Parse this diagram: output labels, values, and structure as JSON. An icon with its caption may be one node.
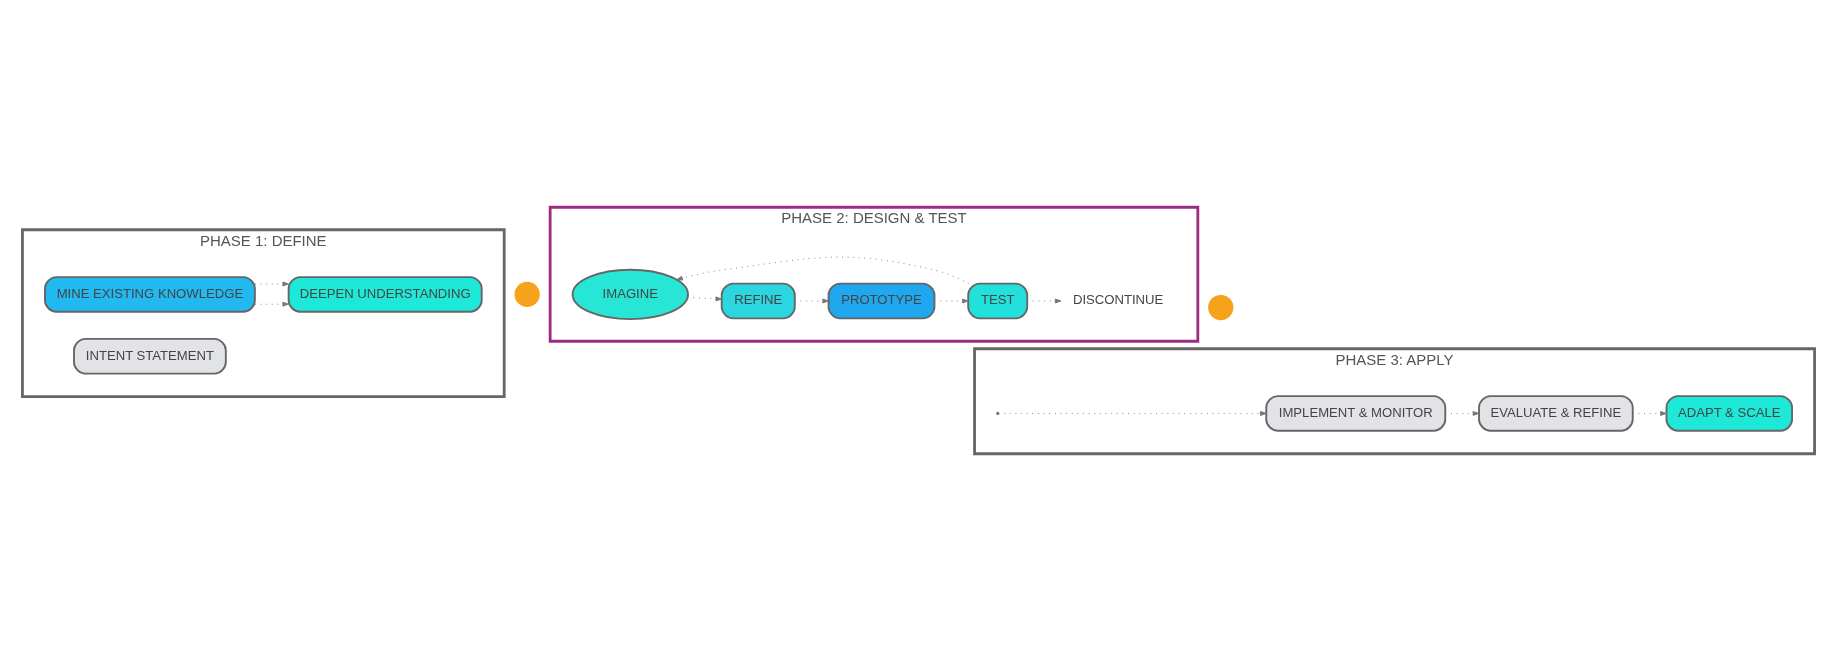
{
  "diagram": {
    "nodes": [
      {
        "text": [
          "PHASE 1: DEFINE"
        ]
      },
      {
        "text": [
          "MINE EXISTING KNOWLEDGE"
        ],
        "in": 0
      },
      {
        "text": [
          "INTENT STATEMENT"
        ],
        "in": 0
      },
      {
        "text": [
          "DEEPEN UNDERSTANDING"
        ],
        "in": 0
      },
      {
        "text": [],
        "shape": "circle"
      },
      {
        "text": [
          "PHASE 2: DESIGN & TEST"
        ]
      },
      {
        "text": [
          "IMAGINE"
        ],
        "in": 5
      },
      {
        "text": [
          "REFINE"
        ],
        "in": 5
      },
      {
        "text": [
          "PROTOTYPE"
        ],
        "in": 5
      },
      {
        "text": [
          "TEST"
        ],
        "in": 5
      },
      {
        "text": [
          "DISCONTINUE"
        ],
        "in": 5
      },
      {
        "text": [],
        "shape": "circle"
      },
      {
        "text": [
          "PHASE 3: APPLY"
        ]
      },
      {
        "text": [
          "IMPLEMENT & MONITOR"
        ],
        "in": 12
      },
      {
        "text": [
          "EVALUATE & REFINE"
        ],
        "in": 12
      },
      {
        "text": [
          "ADAPT & SCALE"
        ],
        "in": 12
      }
    ],
    "edges": [
      {
        "from": 1,
        "to": 3,
        "arrow": "to"
      },
      {
        "from": 1,
        "to": 3,
        "arrow": "to"
      },
      {
        "from": 6,
        "to": 7,
        "arrow": "to"
      },
      {
        "from": 7,
        "to": 8,
        "arrow": "to"
      },
      {
        "from": 8,
        "to": 9,
        "arrow": "to"
      },
      {
        "from": 9,
        "to": 6,
        "arrow": "to"
      },
      {
        "from": 9,
        "to": 10,
        "arrow": "to"
      },
      {
        "from": null,
        "to": 13,
        "arrow": "to"
      },
      {
        "from": 13,
        "to": 14,
        "arrow": "to"
      },
      {
        "from": 14,
        "to": 15,
        "arrow": "to"
      }
    ]
  }
}
